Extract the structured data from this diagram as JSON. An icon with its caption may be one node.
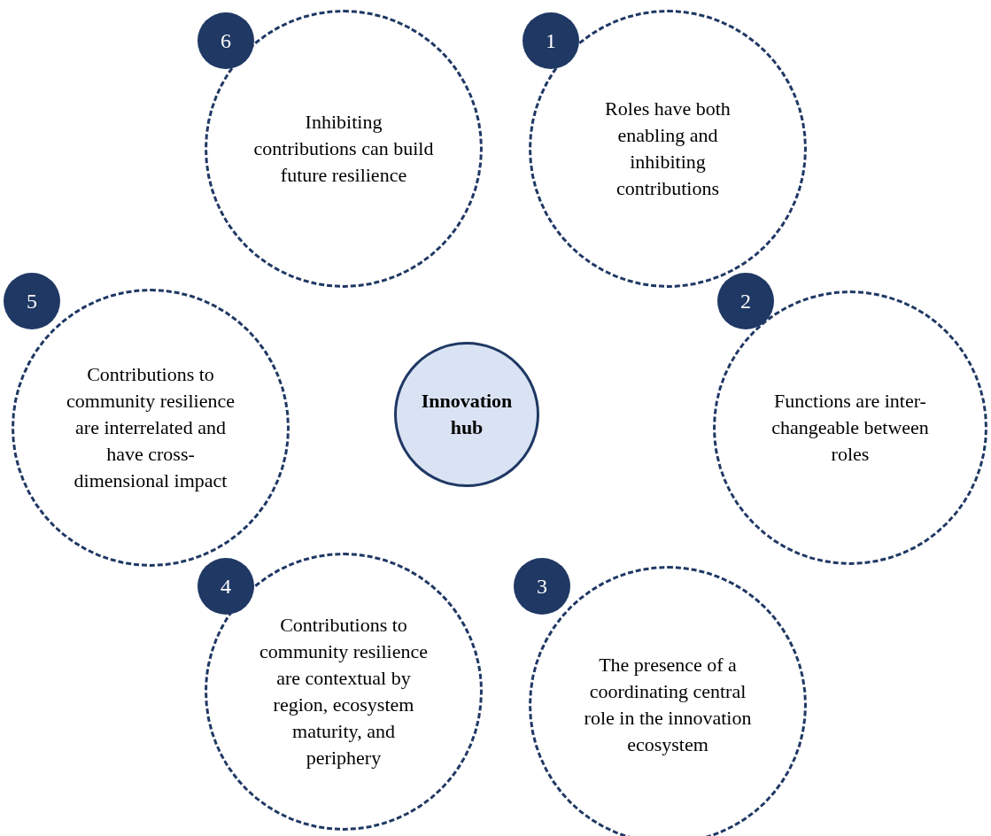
{
  "diagram": {
    "nodes": [
      {
        "text": [
          "Innovation hub"
        ]
      },
      {
        "text": [
          "1"
        ]
      },
      {
        "text": [
          "Roles have both enabling and inhibiting contributions"
        ]
      },
      {
        "text": [
          "2"
        ]
      },
      {
        "text": [
          "Functions are inter-changeable between roles"
        ]
      },
      {
        "text": [
          "3"
        ]
      },
      {
        "text": [
          "The presence of a coordinating central role in the innovation ecosystem"
        ]
      },
      {
        "text": [
          "4"
        ]
      },
      {
        "text": [
          "Contributions to community resilience are contextual by region, ecosystem maturity, and periphery"
        ]
      },
      {
        "text": [
          "5"
        ]
      },
      {
        "text": [
          "Contributions to community resilience are interrelated and have cross-dimensional impact"
        ]
      },
      {
        "text": [
          "6"
        ]
      },
      {
        "text": [
          "Inhibiting contributions can build future resilience"
        ]
      }
    ]
  }
}
